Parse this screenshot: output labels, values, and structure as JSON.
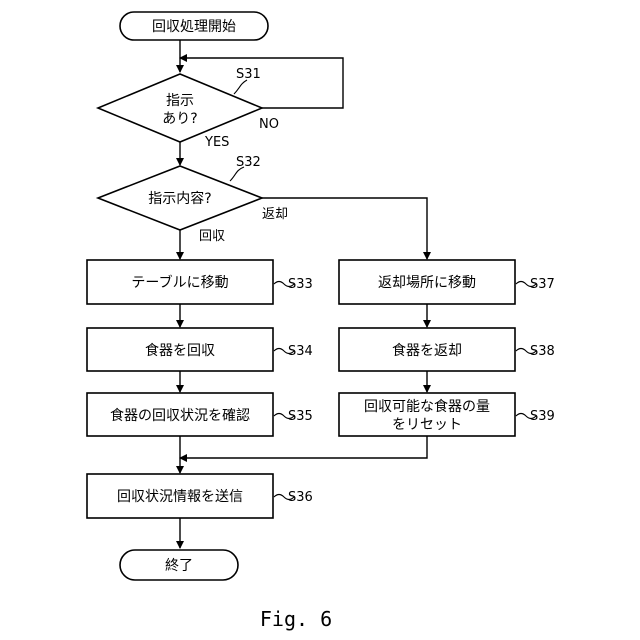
{
  "diagram": {
    "caption": "Fig. 6",
    "nodes": {
      "start": "回収処理開始",
      "d1_line1": "指示",
      "d1_line2": "あり?",
      "d2": "指示内容?",
      "s33": "テーブルに移動",
      "s34": "食器を回収",
      "s35": "食器の回収状況を確認",
      "s36": "回収状況情報を送信",
      "s37": "返却場所に移動",
      "s38": "食器を返却",
      "s39_line1": "回収可能な食器の量",
      "s39_line2": "をリセット",
      "end": "終了"
    },
    "step_labels": {
      "s31": "S31",
      "s32": "S32",
      "s33": "S33",
      "s34": "S34",
      "s35": "S35",
      "s36": "S36",
      "s37": "S37",
      "s38": "S38",
      "s39": "S39"
    },
    "edge_labels": {
      "yes": "YES",
      "no": "NO",
      "collect": "回収",
      "return": "返却"
    }
  }
}
